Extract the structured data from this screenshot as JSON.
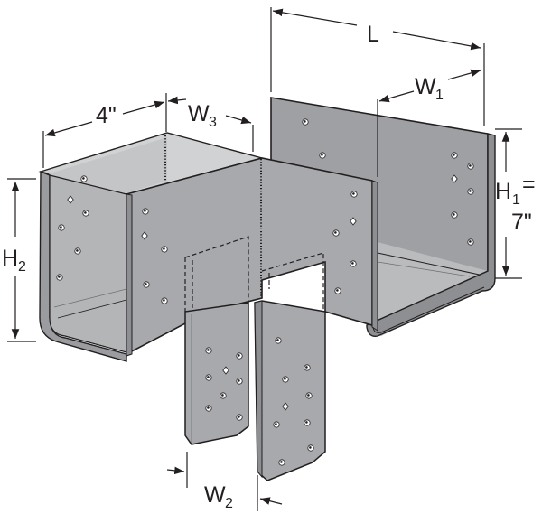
{
  "diagram": {
    "dimensions": {
      "L": {
        "letter": "L"
      },
      "W1": {
        "letter": "W",
        "sub": "1"
      },
      "W2": {
        "letter": "W",
        "sub": "2"
      },
      "W3": {
        "letter": "W",
        "sub": "3"
      },
      "H1": {
        "letter": "H",
        "sub": "1",
        "eq": "=",
        "value": "7\""
      },
      "H2": {
        "letter": "H",
        "sub": "2"
      },
      "four_inch": {
        "text": "4\""
      }
    },
    "colors": {
      "steel": "#a7a9ac",
      "steel_light": "#c4c6c8",
      "steel_dark": "#8c8e91",
      "outline": "#231f20",
      "background": "#ffffff"
    },
    "icons": [
      "round-nail-hole-icon",
      "diamond-nail-hole-icon"
    ]
  }
}
